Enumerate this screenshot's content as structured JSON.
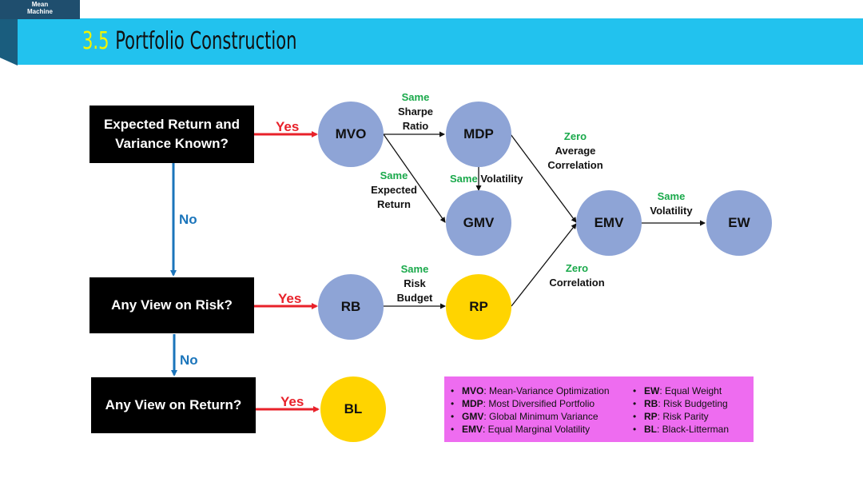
{
  "logo": {
    "line1": "Mean",
    "line2": "Machine"
  },
  "header": {
    "number": "3.5",
    "title": "Portfolio Construction"
  },
  "questions": {
    "q1": "Expected Return and Variance Known?",
    "q2": "Any View on Risk?",
    "q3": "Any View on Return?"
  },
  "answers": {
    "yes1": "Yes",
    "yes2": "Yes",
    "yes3": "Yes",
    "no1": "No",
    "no2": "No"
  },
  "nodes": {
    "mvo": "MVO",
    "mdp": "MDP",
    "gmv": "GMV",
    "emv": "EMV",
    "ew": "EW",
    "rb": "RB",
    "rp": "RP",
    "bl": "BL"
  },
  "edge_labels": {
    "mvo_mdp": {
      "green": "Same",
      "dark1": "Sharpe",
      "dark2": "Ratio"
    },
    "mvo_gmv": {
      "green": "Same",
      "dark1": "Expected",
      "dark2": "Return"
    },
    "mdp_gmv": {
      "green": "Same",
      "dark": "Volatility"
    },
    "mdp_emv": {
      "green": "Zero",
      "dark1": "Average",
      "dark2": "Correlation"
    },
    "emv_ew": {
      "green": "Same",
      "dark": "Volatility"
    },
    "rb_rp": {
      "green": "Same",
      "dark1": "Risk",
      "dark2": "Budget"
    },
    "rp_emv": {
      "green": "Zero",
      "dark": "Correlation"
    }
  },
  "legend": {
    "left": [
      {
        "abbr": "MVO",
        "desc": ": Mean-Variance Optimization"
      },
      {
        "abbr": "MDP",
        "desc": ": Most Diversified Portfolio"
      },
      {
        "abbr": "GMV",
        "desc": ": Global Minimum Variance"
      },
      {
        "abbr": "EMV",
        "desc": ": Equal Marginal Volatility"
      }
    ],
    "right": [
      {
        "abbr": "EW",
        "desc": ": Equal Weight"
      },
      {
        "abbr": "RB",
        "desc": ": Risk Budgeting"
      },
      {
        "abbr": "RP",
        "desc": ": Risk Parity"
      },
      {
        "abbr": "BL",
        "desc": ": Black-Litterman"
      }
    ],
    "bullet": "•"
  },
  "colors": {
    "header": "#22c2ee",
    "yes_arrow": "#e8212a",
    "no_arrow": "#1b75bb",
    "blue_node": "#8ea4d6",
    "yellow_node": "#ffd400",
    "green_text": "#1aa94b",
    "legend_bg": "#ee6cf0"
  }
}
